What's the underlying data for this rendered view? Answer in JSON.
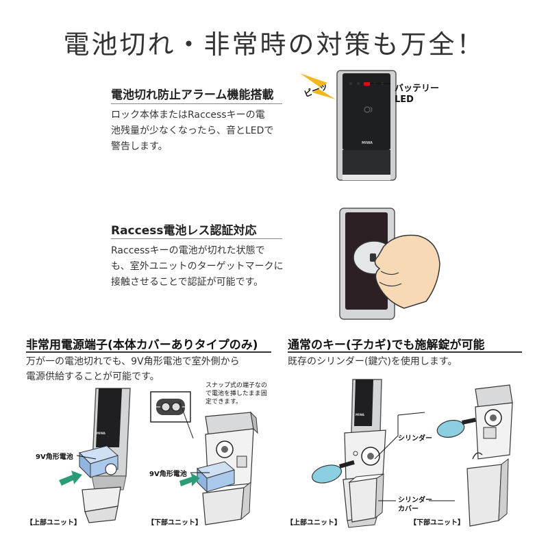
{
  "main_title": "電池切れ・非常時の対策も万全！",
  "section_alarm": {
    "title": "電池切れ防止アラーム機能搭載",
    "lines": [
      "ロック本体またはRaccessキーの電",
      "池残量が少なくなったら、音とLEDで",
      "警告します。"
    ],
    "sound_label": "ピーッ",
    "led_label_line1": "バッテリー",
    "led_label_line2": "LED",
    "device_brand": "MIWA"
  },
  "section_batteryless": {
    "title": "Raccess電池レス認証対応",
    "lines": [
      "Raccessキーの電池が切れた状態で",
      "も、室外ユニットのターゲットマークに",
      "接触させることで認証が可能です。"
    ]
  },
  "section_emergency": {
    "title": "非常用電源端子(本体カバーありタイプのみ)",
    "lines": [
      "万が一の電池切れでも、9V角形電池で室外側から",
      "電源供給することが可能です。"
    ],
    "note_lines": [
      "スナップ式の端子なの",
      "で電池を挿したまま固",
      "定できます。"
    ],
    "battery_label_1": "9V角形電池",
    "battery_label_2": "9V角形電池",
    "upper_unit": "【上部ユニット】",
    "lower_unit": "【下部ユニット】",
    "device_brand": "MIWA"
  },
  "section_key": {
    "title": "通常のキー(子カギ)でも施解錠が可能",
    "lines": [
      "既存のシリンダー(鍵穴)を使用します。"
    ],
    "cylinder_label": "シリンダー",
    "cover_label_line1": "シリンダー",
    "cover_label_line2": "カバー",
    "upper_unit": "【上部ユニット】",
    "lower_unit": "【下部ユニット】",
    "device_brand": "MIWA"
  },
  "colors": {
    "accent_yellow": "#f2b71a",
    "arrow_green": "#2a9d78",
    "key_blue": "#8ccfe0",
    "battery_blue": "#a9c8ea",
    "led_red": "#d6101b"
  }
}
